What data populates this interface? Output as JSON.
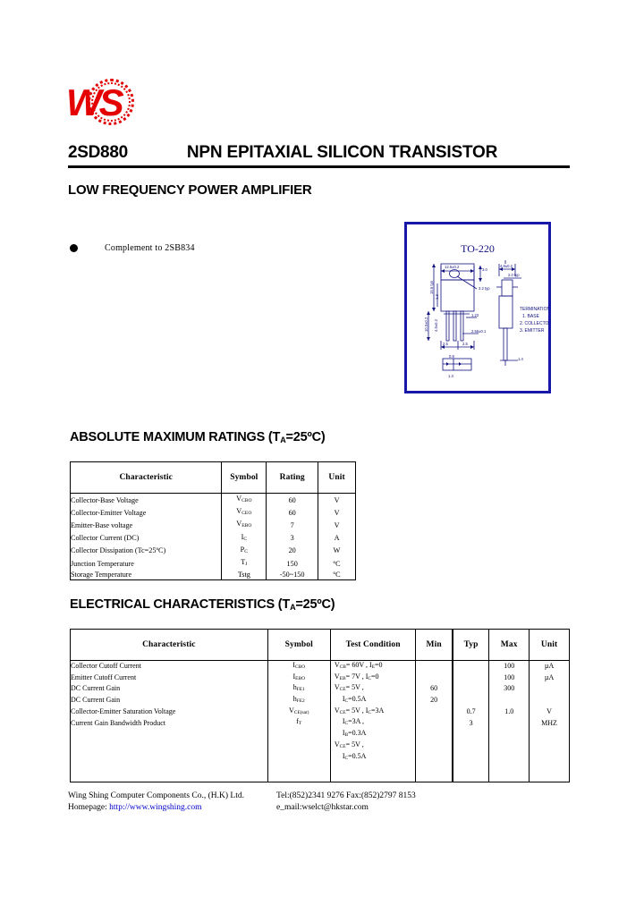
{
  "document": {
    "part_number": "2SD880",
    "title": "NPN EPITAXIAL SILICON TRANSISTOR",
    "subtitle": "LOW FREQUENCY POWER AMPLIFIER",
    "bullet": "Complement to 2SB834",
    "logo_text": "WS"
  },
  "package": {
    "name": "TO-220",
    "terminations_title": "TERMINATIONS",
    "terminations": [
      "1. BASE",
      "2. COLLECTOR",
      "3. EMITTER"
    ],
    "dimensions": {
      "top_width": "12.5±0.2",
      "top_right": "3.0",
      "right_top": "4.8±0.2",
      "right_sub": "2.0 typ",
      "body_height": "15.5 typ",
      "hole": "3.2 typ",
      "left_label": "10.0±0.2",
      "left_label2": "4.5±0.2",
      "lead_w": "1.22",
      "lead_pitch": "2.55±0.1",
      "pitch1": "2.5",
      "pitch2": "2.5",
      "bottom_dim": "1.3",
      "right_bottom": "1.4",
      "thick": "0.8"
    },
    "border_color": "#1818a8"
  },
  "absolute_max_ratings": {
    "heading": "ABSOLUTE MAXIMUM RATINGS (TA=25ºC)",
    "heading_pre": "ABSOLUTE MAXIMUM RATINGS (T",
    "heading_sub": "A",
    "heading_post": "=25ºC)",
    "columns": [
      "Characteristic",
      "Symbol",
      "Rating",
      "Unit"
    ],
    "rows": [
      {
        "characteristic": "Collector-Base Voltage",
        "symbol_base": "V",
        "symbol_sub": "CBO",
        "rating": "60",
        "unit": "V"
      },
      {
        "characteristic": "Collector-Emitter Voltage",
        "symbol_base": "V",
        "symbol_sub": "CEO",
        "rating": "60",
        "unit": "V"
      },
      {
        "characteristic": "Emitter-Base voltage",
        "symbol_base": "V",
        "symbol_sub": "EBO",
        "rating": "7",
        "unit": "V"
      },
      {
        "characteristic": "Collector Current (DC)",
        "symbol_base": "I",
        "symbol_sub": "C",
        "rating": "3",
        "unit": "A"
      },
      {
        "characteristic": "Collector Dissipation (Tc=25ºC)",
        "symbol_base": "P",
        "symbol_sub": "C",
        "rating": "20",
        "unit": "W"
      },
      {
        "characteristic": "Junction Temperature",
        "symbol_base": "T",
        "symbol_sub": "J",
        "rating": "150",
        "unit": "ºC"
      },
      {
        "characteristic": "Storage Temperature",
        "symbol_base": "Tstg",
        "symbol_sub": "",
        "rating": "-50~150",
        "unit": "ºC"
      }
    ]
  },
  "electrical_characteristics": {
    "heading_pre": "ELECTRICAL CHARACTERISTICS (T",
    "heading_sub": "A",
    "heading_post": "=25ºC)",
    "columns": [
      "Characteristic",
      "Symbol",
      "Test Condition",
      "Min",
      "Typ",
      "Max",
      "Unit"
    ],
    "rows": [
      {
        "characteristic": "Collector Cutoff Current",
        "symbol_base": "I",
        "symbol_sub": "CBO",
        "condition": "VCB= 60V , IE=0",
        "cond_parts": [
          {
            "b": "V",
            "s": "CB"
          },
          {
            "t": "= 60V , "
          },
          {
            "b": "I",
            "s": "E"
          },
          {
            "t": "=0"
          }
        ],
        "min": "",
        "typ": "",
        "max": "100",
        "unit": "µA"
      },
      {
        "characteristic": "Emitter Cutoff Current",
        "symbol_base": "I",
        "symbol_sub": "EBO",
        "condition": "VEB= 7V ,   IC=0",
        "min": "",
        "typ": "",
        "max": "100",
        "unit": "µA"
      },
      {
        "characteristic": "DC Current Gain",
        "symbol_base": "h",
        "symbol_sub": "FE1",
        "condition": "VCE= 5V ,",
        "min": "60",
        "typ": "",
        "max": "300",
        "unit": ""
      },
      {
        "characteristic": "DC Current Gain",
        "symbol_base": "h",
        "symbol_sub": "FE2",
        "condition": "IC=0.5A",
        "min": "20",
        "typ": "",
        "max": "",
        "unit": ""
      },
      {
        "characteristic": "Collector-Emitter Saturation Voltage",
        "symbol_base": "V",
        "symbol_sub": "CE(sat)",
        "condition": "VCE= 5V ,   IC=3A",
        "min": "",
        "typ": "0.7",
        "max": "1.0",
        "unit": "V"
      },
      {
        "characteristic": "Current Gain Bandwidth Product",
        "symbol_base": "f",
        "symbol_sub": "T",
        "condition": "IC=3A ,",
        "min": "",
        "typ": "3",
        "max": "",
        "unit": "MHZ"
      },
      {
        "characteristic": "",
        "symbol_base": "",
        "symbol_sub": "",
        "condition": "IB=0.3A",
        "min": "",
        "typ": "",
        "max": "",
        "unit": ""
      },
      {
        "characteristic": "",
        "symbol_base": "",
        "symbol_sub": "",
        "condition": "VCE= 5V ,",
        "min": "",
        "typ": "",
        "max": "",
        "unit": ""
      },
      {
        "characteristic": "",
        "symbol_base": "",
        "symbol_sub": "",
        "condition": "IC=0.5A",
        "min": "",
        "typ": "",
        "max": "",
        "unit": ""
      }
    ]
  },
  "footer": {
    "company": "Wing Shing Computer Components Co., (H.K) Ltd.",
    "homepage_label": "Homepage:",
    "homepage_url": "http://www.wingshing.com",
    "tel_fax": "Tel:(852)2341 9276  Fax:(852)2797 8153",
    "email_label": "e_mail:wselct@hkstar.com",
    "link_color": "#0000cc"
  }
}
